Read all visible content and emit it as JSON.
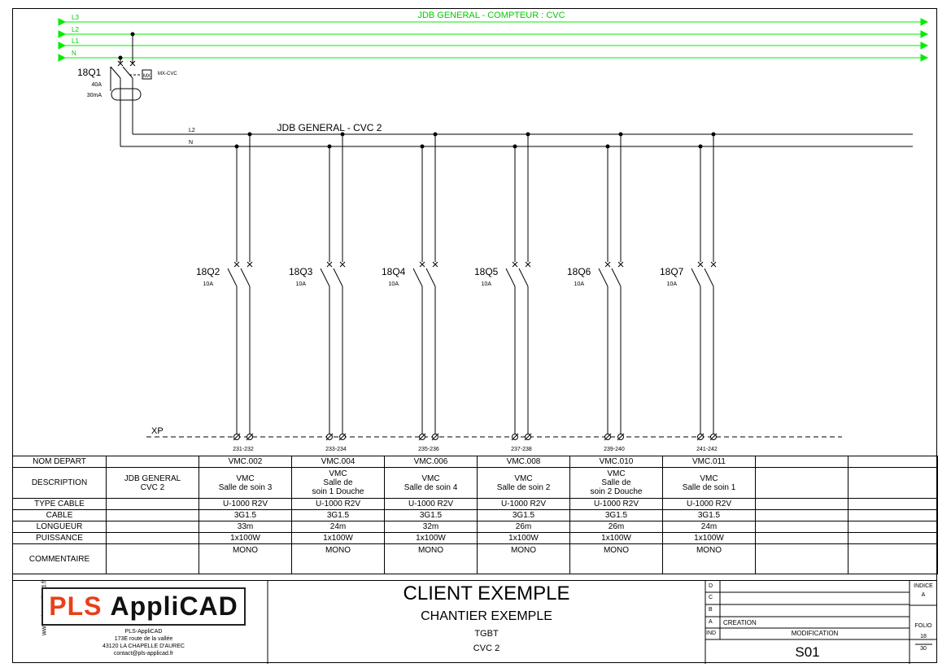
{
  "header": {
    "title": "JDB GENERAL - COMPTEUR : CVC",
    "phases": [
      "L3",
      "L2",
      "L1",
      "N"
    ]
  },
  "main_breaker": {
    "ref": "18Q1",
    "rating": "40A",
    "sensitivity": "30mA",
    "aux": "MX",
    "aux_label": "MX-CVC"
  },
  "bus": {
    "title": "JDB GENERAL - CVC 2",
    "l2": "L2",
    "n": "N"
  },
  "breakers": [
    {
      "ref": "18Q2",
      "rating": "10A",
      "terminals": "231-232"
    },
    {
      "ref": "18Q3",
      "rating": "10A",
      "terminals": "233-234"
    },
    {
      "ref": "18Q4",
      "rating": "10A",
      "terminals": "235-236"
    },
    {
      "ref": "18Q5",
      "rating": "10A",
      "terminals": "237-238"
    },
    {
      "ref": "18Q6",
      "rating": "10A",
      "terminals": "239-240"
    },
    {
      "ref": "18Q7",
      "rating": "10A",
      "terminals": "241-242"
    }
  ],
  "terminal_block": "XP",
  "table": {
    "labels": [
      "NOM DEPART",
      "DESCRIPTION",
      "TYPE CABLE",
      "CABLE",
      "LONGUEUR",
      "PUISSANCE",
      "COMMENTAIRE"
    ],
    "first_column": [
      "",
      "JDB GENERAL\nCVC 2",
      "",
      "",
      "",
      "",
      ""
    ],
    "columns": [
      {
        "nom": "VMC.002",
        "description": "VMC\nSalle de soin 3",
        "type_cable": "U-1000 R2V",
        "cable": "3G1.5",
        "longueur": "33m",
        "puissance": "1x100W",
        "commentaire": "MONO"
      },
      {
        "nom": "VMC.004",
        "description": "VMC\nSalle de\nsoin 1 Douche",
        "type_cable": "U-1000 R2V",
        "cable": "3G1.5",
        "longueur": "24m",
        "puissance": "1x100W",
        "commentaire": "MONO"
      },
      {
        "nom": "VMC.006",
        "description": "VMC\nSalle de soin 4",
        "type_cable": "U-1000 R2V",
        "cable": "3G1.5",
        "longueur": "32m",
        "puissance": "1x100W",
        "commentaire": "MONO"
      },
      {
        "nom": "VMC.008",
        "description": "VMC\nSalle de soin 2",
        "type_cable": "U-1000 R2V",
        "cable": "3G1.5",
        "longueur": "26m",
        "puissance": "1x100W",
        "commentaire": "MONO"
      },
      {
        "nom": "VMC.010",
        "description": "VMC\nSalle de\nsoin 2 Douche",
        "type_cable": "U-1000 R2V",
        "cable": "3G1.5",
        "longueur": "26m",
        "puissance": "1x100W",
        "commentaire": "MONO"
      },
      {
        "nom": "VMC.011",
        "description": "VMC\nSalle de soin 1",
        "type_cable": "U-1000 R2V",
        "cable": "3G1.5",
        "longueur": "24m",
        "puissance": "1x100W",
        "commentaire": "MONO"
      },
      {
        "nom": "",
        "description": "",
        "type_cable": "",
        "cable": "",
        "longueur": "",
        "puissance": "",
        "commentaire": ""
      },
      {
        "nom": "",
        "description": "",
        "type_cable": "",
        "cable": "",
        "longueur": "",
        "puissance": "",
        "commentaire": ""
      }
    ]
  },
  "titleblock": {
    "side_url": "www.pls-applicad.fr",
    "logo_pls": "PLS",
    "logo_app": "AppliCAD",
    "company": "PLS-AppliCAD",
    "address1": "173E route de la vallée",
    "address2": "43120 LA CHAPELLE D'AUREC",
    "email": "contact@pls-applicad.fr",
    "client": "CLIENT EXEMPLE",
    "chantier": "CHANTIER EXEMPLE",
    "board": "TGBT",
    "sheet_name": "CVC 2",
    "revisions": [
      {
        "ind": "D",
        "text": ""
      },
      {
        "ind": "C",
        "text": ""
      },
      {
        "ind": "B",
        "text": ""
      },
      {
        "ind": "A",
        "text": "CREATION"
      }
    ],
    "ind_header": "IND",
    "modification_header": "MODIFICATION",
    "indice_label": "INDICE",
    "indice_value": "A",
    "folio_label": "FOLIO",
    "folio_num": "18",
    "folio_total": "30",
    "sheet_code": "S01"
  },
  "colors": {
    "phase_green": "#00ee00",
    "line": "#000000",
    "logo_red": "#e8401a"
  }
}
